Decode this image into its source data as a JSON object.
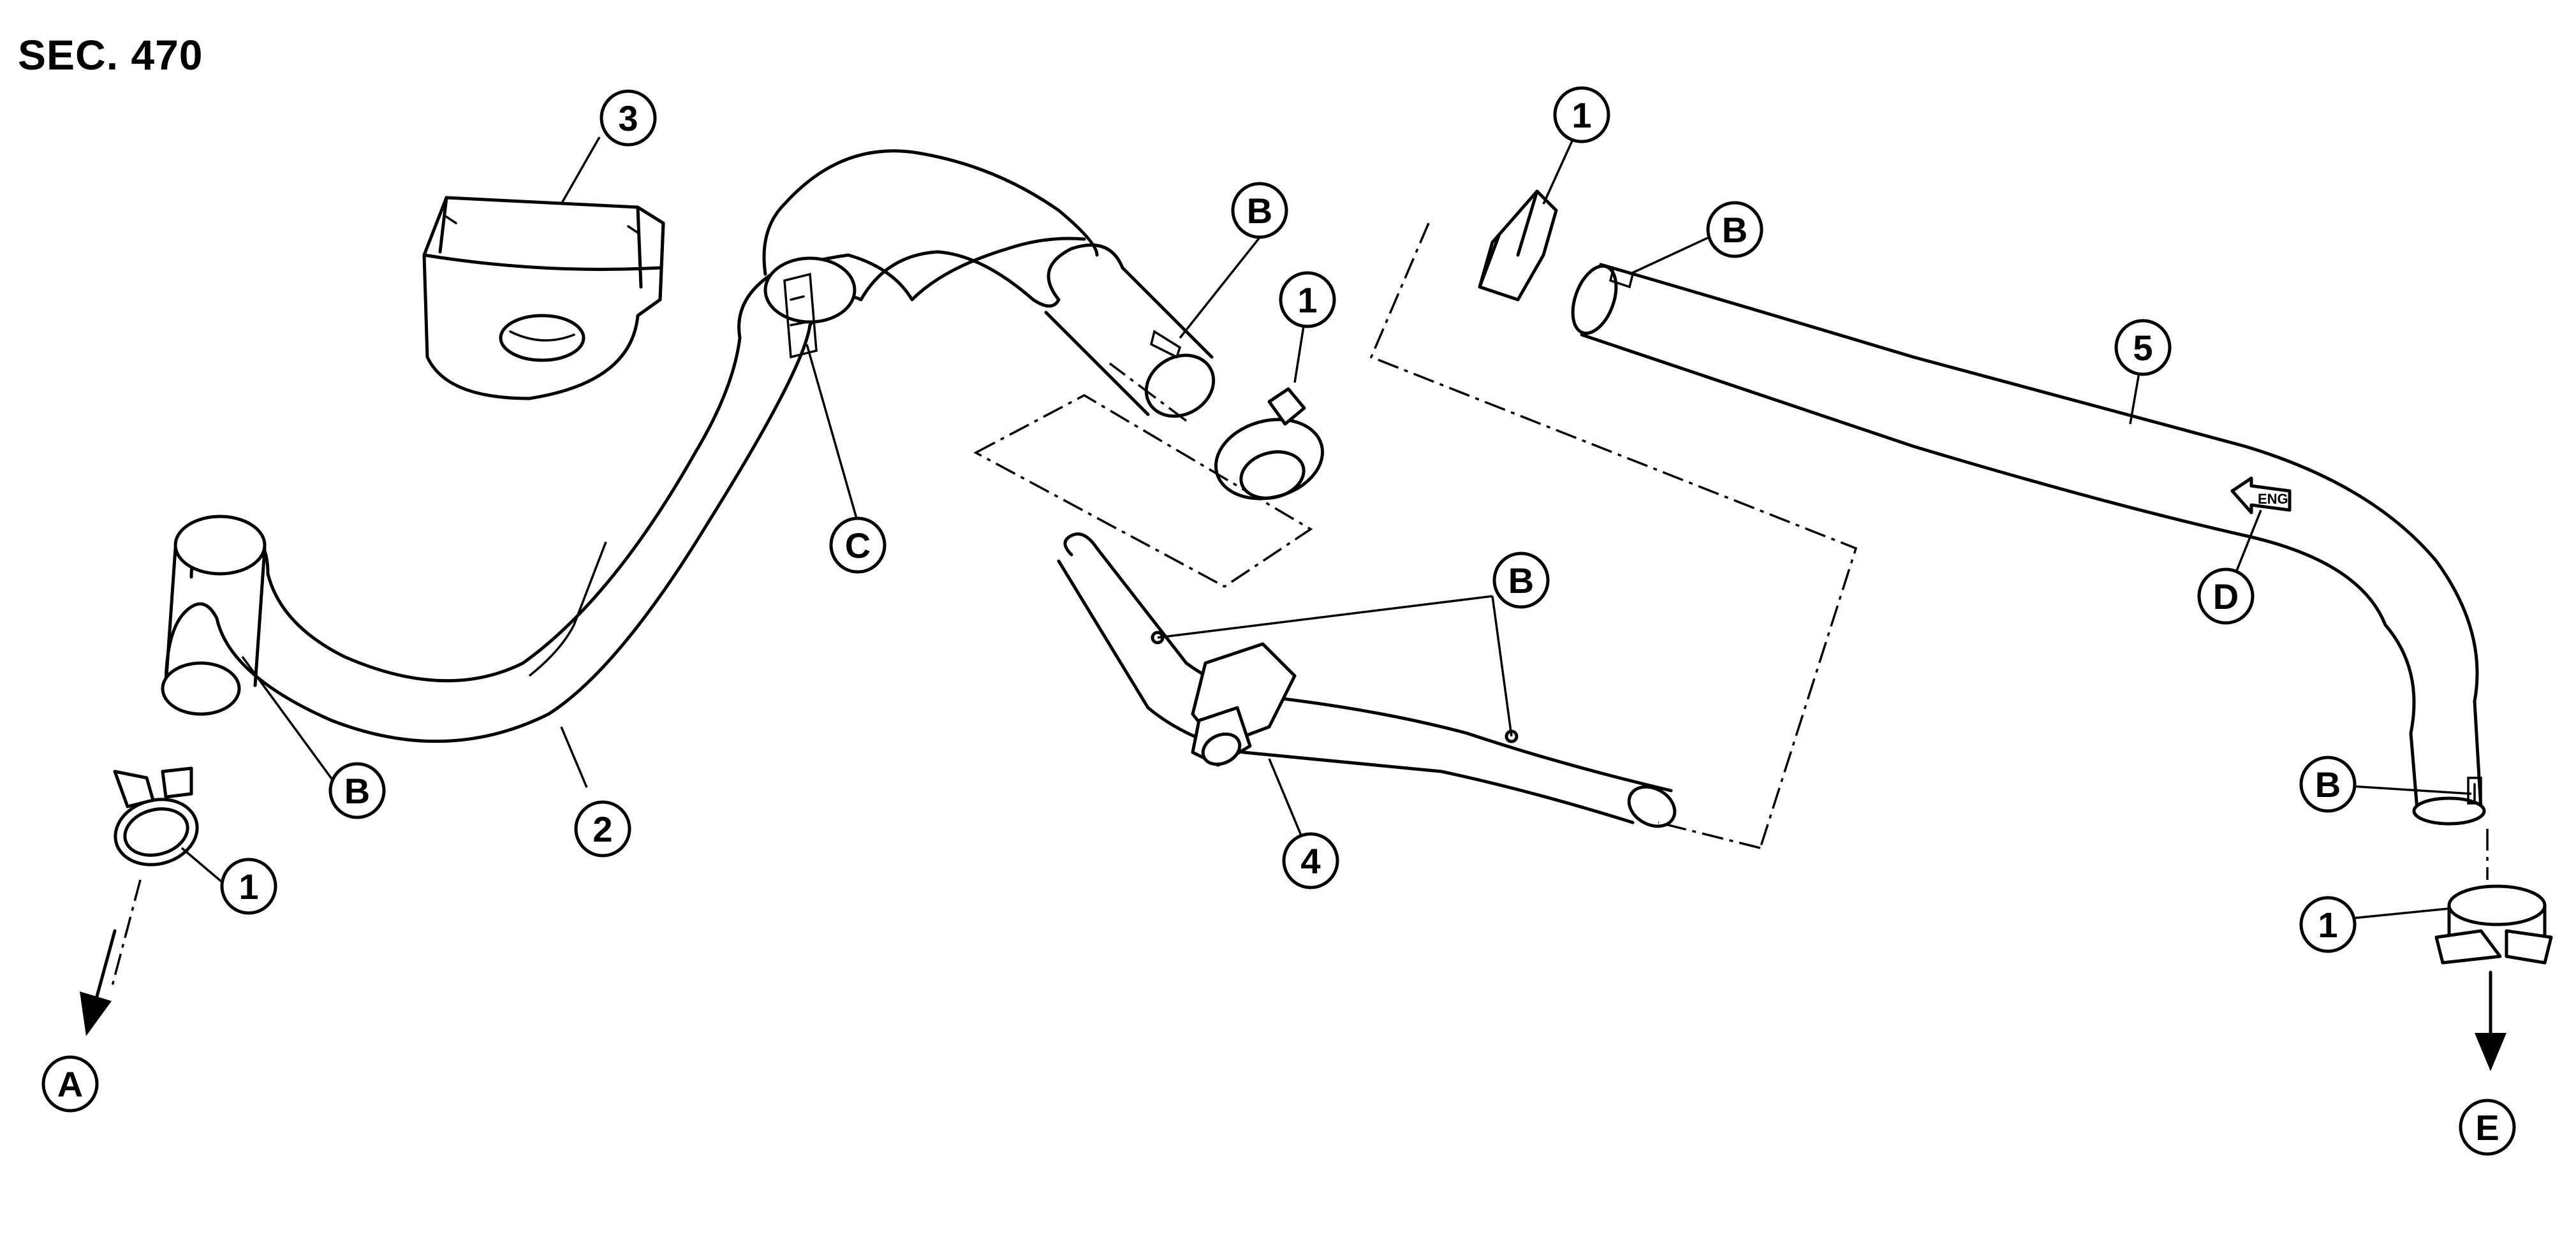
{
  "section": "SEC. 470",
  "callouts": {
    "c1": "1",
    "c2": "2",
    "c3": "3",
    "c4": "4",
    "c5": "5",
    "a": "A",
    "b": "B",
    "c": "C",
    "d": "D",
    "e": "E"
  },
  "direction_label": "ENG"
}
